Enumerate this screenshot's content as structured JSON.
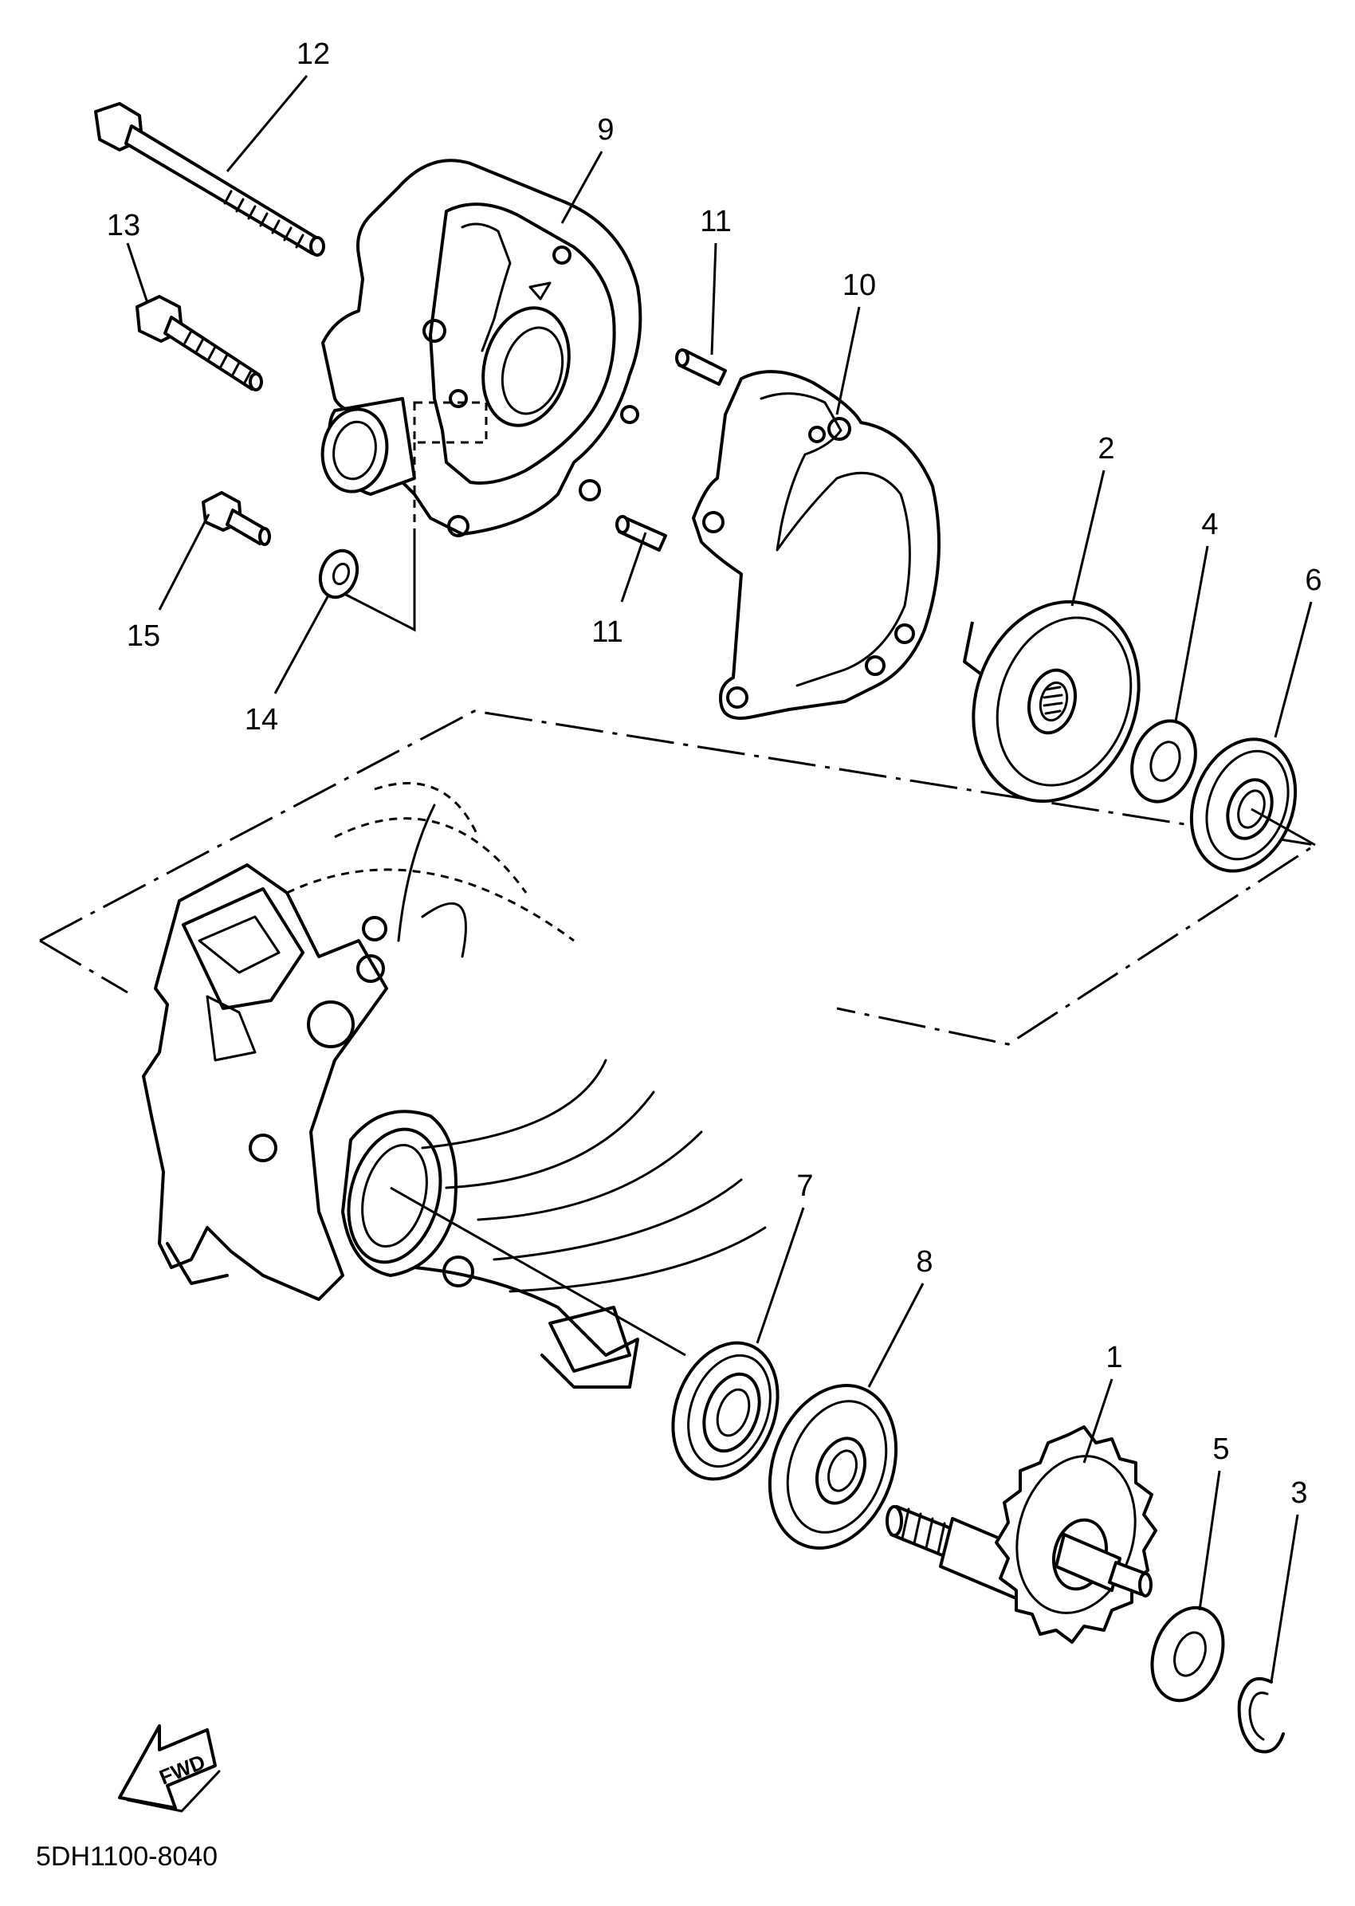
{
  "diagram": {
    "callouts": {
      "c1": "1",
      "c2": "2",
      "c3": "3",
      "c4": "4",
      "c5": "5",
      "c6": "6",
      "c7": "7",
      "c8": "8",
      "c9": "9",
      "c10": "10",
      "c11a": "11",
      "c11b": "11",
      "c12": "12",
      "c13": "13",
      "c14": "14",
      "c15": "15"
    },
    "fwd_label": "FWD",
    "drawing_code": "5DH1100-8040"
  }
}
